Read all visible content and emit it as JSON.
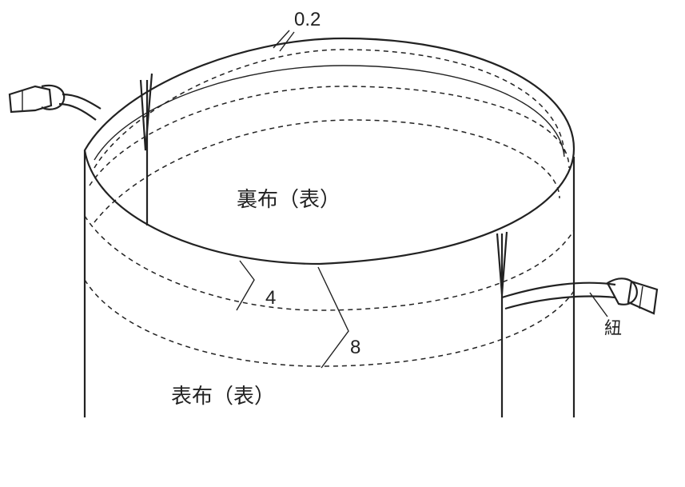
{
  "labels": {
    "measure_edge": "0.2",
    "measure_inner": "4",
    "measure_outer": "8",
    "lining_fabric": "裏布（表）",
    "outer_fabric": "表布（表）",
    "cord": "紐"
  },
  "colors": {
    "line": "#222222",
    "background": "#ffffff",
    "cord_fill": "#ffffff"
  }
}
